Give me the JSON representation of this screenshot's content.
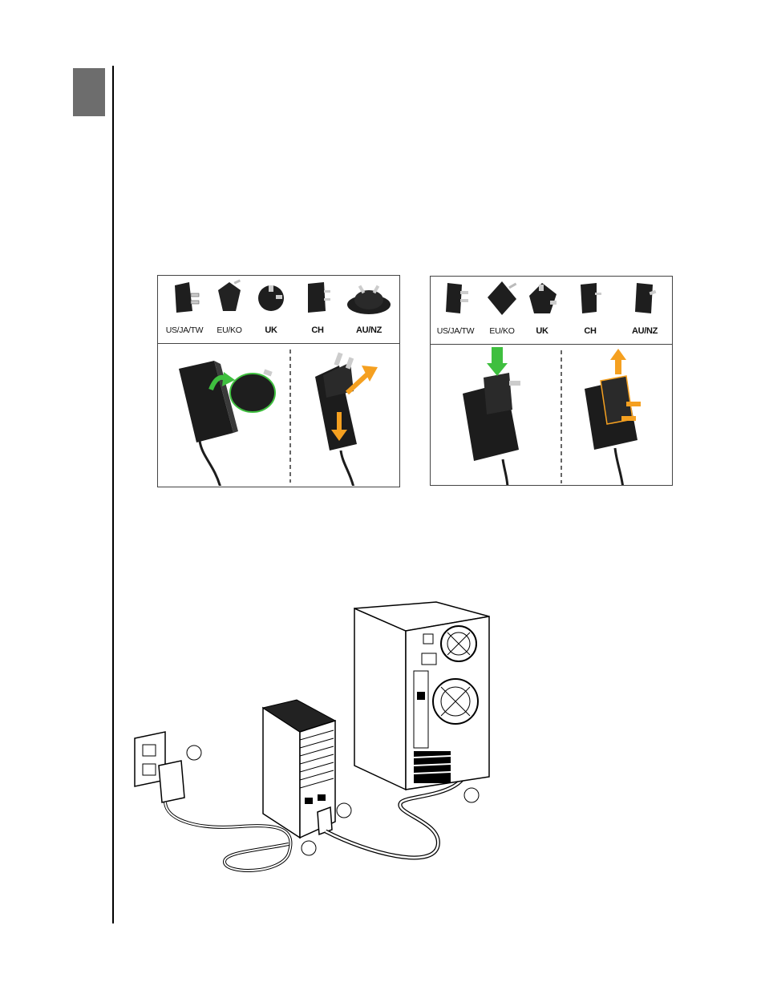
{
  "adapter_panels": [
    {
      "plugs": [
        {
          "label": "US/JA/TW",
          "icon": "us-plug-icon"
        },
        {
          "label": "EU/KO",
          "icon": "eu-plug-icon"
        },
        {
          "label": "UK",
          "icon": "uk-plug-icon"
        },
        {
          "label": "CH",
          "icon": "ch-plug-icon"
        },
        {
          "label": "AU/NZ",
          "icon": "au-plug-icon"
        }
      ],
      "install_arrow_color": "#3fbf3f",
      "remove_arrow_color": "#f5a020"
    },
    {
      "plugs": [
        {
          "label": "US/JA/TW",
          "icon": "us-plug-icon"
        },
        {
          "label": "EU/KO",
          "icon": "eu-plug-icon"
        },
        {
          "label": "UK",
          "icon": "uk-plug-icon"
        },
        {
          "label": "CH",
          "icon": "ch-plug-icon"
        },
        {
          "label": "AU/NZ",
          "icon": "au-plug-icon"
        }
      ],
      "install_arrow_color": "#3fbf3f",
      "remove_arrow_color": "#f5a020"
    }
  ],
  "colors": {
    "chapter_tab": "#6d6d6d",
    "rule": "#000000"
  }
}
